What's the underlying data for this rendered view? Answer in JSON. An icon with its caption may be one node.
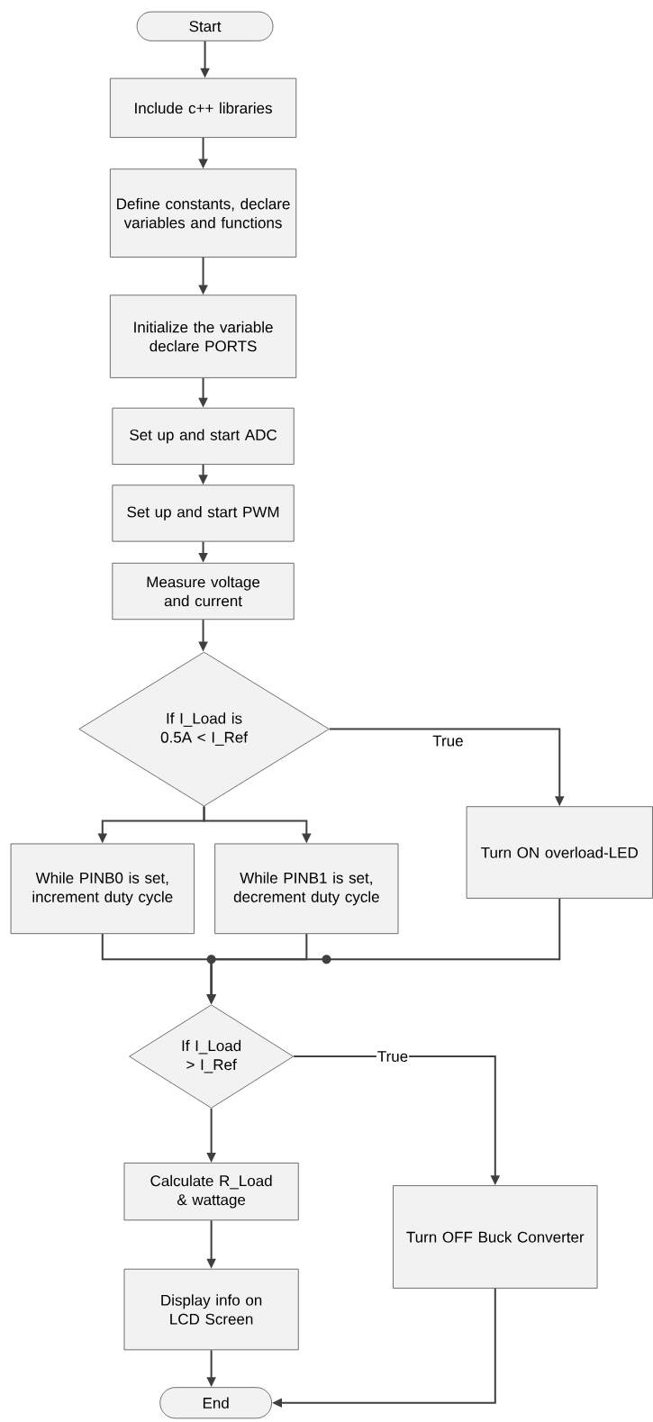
{
  "diagram": {
    "nodes": [
      {
        "text": [
          "Start"
        ]
      },
      {
        "text": [
          "Include c++ libraries"
        ]
      },
      {
        "text": [
          "Define constants, declare variables and functions"
        ]
      },
      {
        "text": [
          "Initialize the variable declare PORTS"
        ]
      },
      {
        "text": [
          "Set up and start ADC"
        ]
      },
      {
        "text": [
          "Set up and start PWM"
        ]
      },
      {
        "text": [
          "Measure voltage and current"
        ]
      },
      {
        "text": [
          "If I_Load is 0.5A < I_Ref"
        ]
      },
      {
        "text": [
          "While PINB0 is set, increment duty cycle"
        ]
      },
      {
        "text": [
          "While PINB1 is set, decrement duty cycle"
        ]
      },
      {
        "text": [
          "Turn ON overload-LED"
        ]
      },
      {
        "text": [
          "If I_Load > I_Ref"
        ]
      },
      {
        "text": [
          "Calculate R_Load & wattage"
        ]
      },
      {
        "text": [
          "Display info on LCD Screen"
        ]
      },
      {
        "text": [
          "Turn OFF Buck Converter"
        ]
      },
      {
        "text": [
          "End"
        ]
      }
    ],
    "edges": [
      {
        "from": 0,
        "to": 1,
        "arrow": "to"
      },
      {
        "from": 1,
        "to": 2,
        "arrow": "to"
      },
      {
        "from": 2,
        "to": 3,
        "arrow": "to"
      },
      {
        "from": 3,
        "to": 4,
        "arrow": "to"
      },
      {
        "from": 4,
        "to": 5,
        "arrow": "to"
      },
      {
        "from": 5,
        "to": 6,
        "arrow": "to"
      },
      {
        "from": 6,
        "to": 7,
        "arrow": "to"
      },
      {
        "from": 7,
        "to": 8,
        "arrow": "to"
      },
      {
        "from": 7,
        "to": 9,
        "arrow": "to"
      },
      {
        "from": 7,
        "to": 10,
        "arrow": "to",
        "label": "True"
      },
      {
        "from": 8,
        "to": 11,
        "arrow": "to"
      },
      {
        "from": 9,
        "to": 11,
        "arrow": "to"
      },
      {
        "from": 10,
        "to": 11,
        "arrow": "to"
      },
      {
        "from": 11,
        "to": 12,
        "arrow": "to"
      },
      {
        "from": 11,
        "to": 14,
        "arrow": "to",
        "label": "True"
      },
      {
        "from": 12,
        "to": 13,
        "arrow": "to"
      },
      {
        "from": 13,
        "to": 15,
        "arrow": "to"
      },
      {
        "from": 14,
        "to": 15,
        "arrow": "to"
      }
    ]
  }
}
